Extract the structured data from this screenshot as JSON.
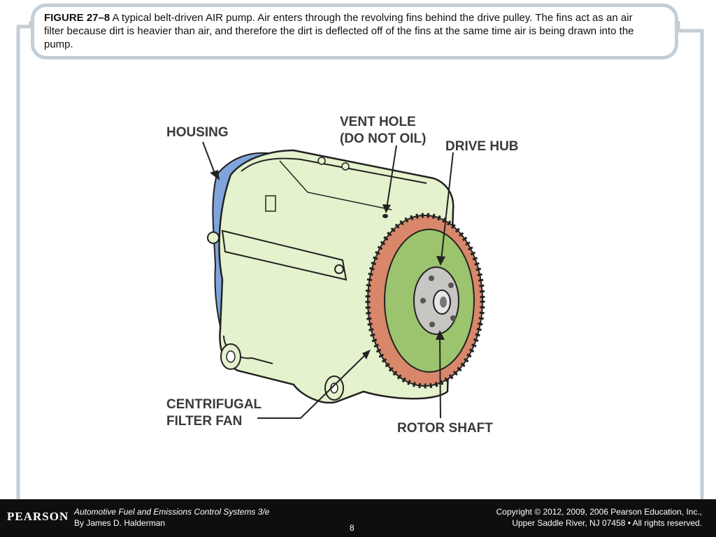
{
  "caption": {
    "figure_label": "FIGURE 27–8",
    "text": " A typical belt-driven AIR pump. Air enters through the revolving fins behind the drive pulley. The fins act as an air filter because dirt is heavier than air, and therefore the dirt is deflected off of the fins at the same time air is being drawn into the pump."
  },
  "labels": {
    "housing": "HOUSING",
    "vent_hole_1": "VENT HOLE",
    "vent_hole_2": "(DO NOT OIL)",
    "drive_hub": "DRIVE HUB",
    "filter_fan_1": "CENTRIFUGAL",
    "filter_fan_2": "FILTER FAN",
    "rotor_shaft": "ROTOR SHAFT"
  },
  "footer": {
    "logo": "PEARSON",
    "book_title": "Automotive Fuel and Emissions Control Systems 3/e",
    "author": "By James D. Halderman",
    "copyright_line1": "Copyright © 2012, 2009, 2006 Pearson Education, Inc.,",
    "copyright_line2": "Upper Saddle River, NJ 07458 • All rights reserved.",
    "page_number": "8"
  },
  "colors": {
    "pump_body": "#e4f2cd",
    "fan_fins": "#d9876a",
    "hub_disc": "#9cc46e",
    "housing_blue": "#7fa4dc",
    "frame": "#c3ced6"
  }
}
